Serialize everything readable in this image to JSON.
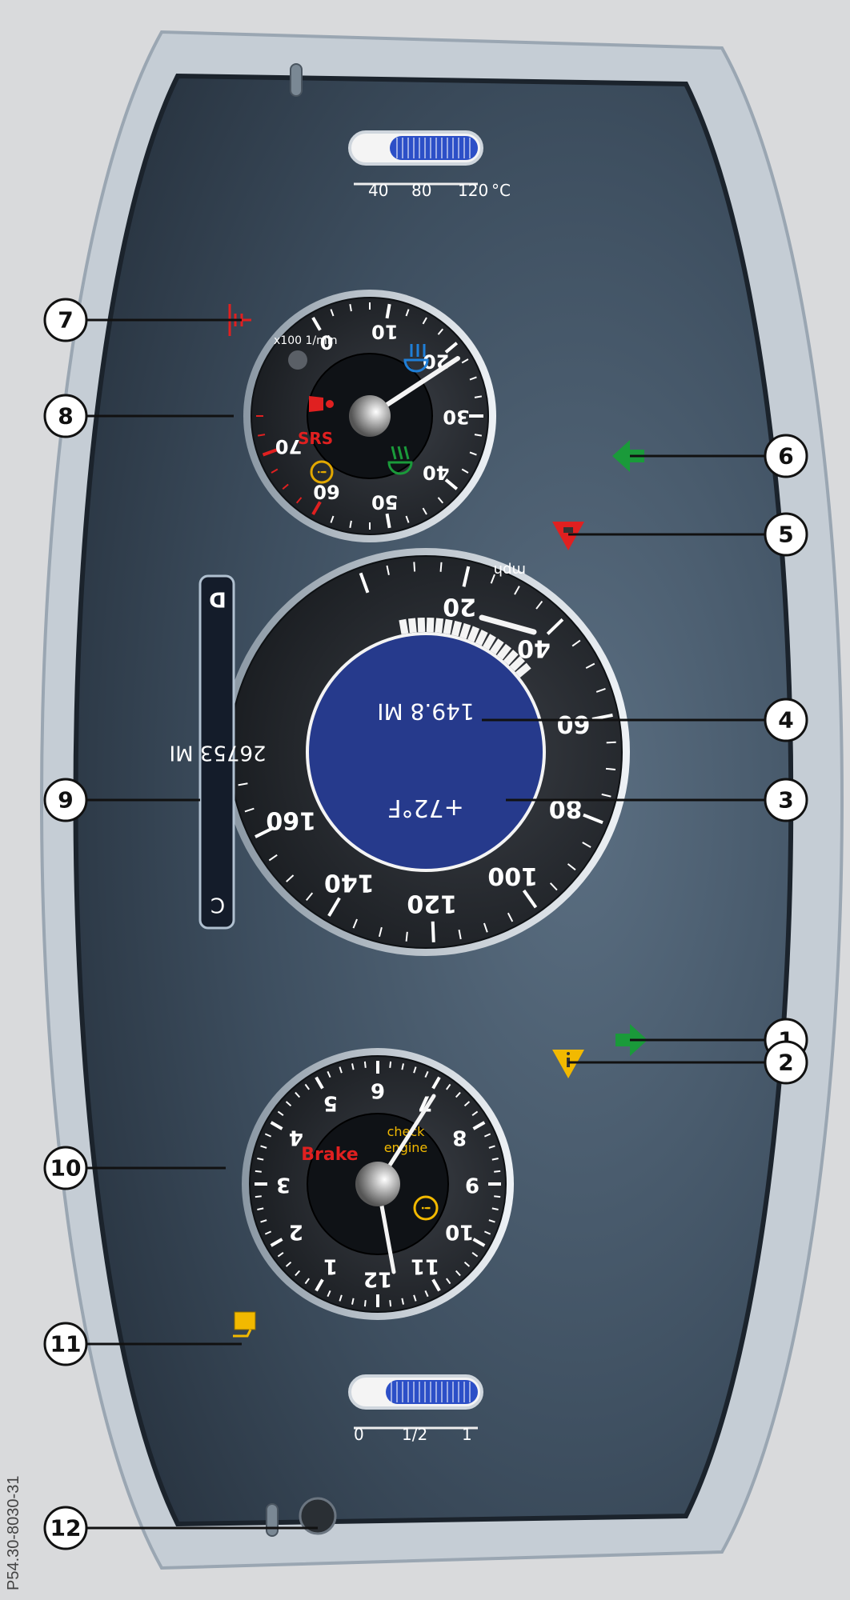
{
  "diagram": {
    "callouts": [
      "1",
      "2",
      "3",
      "4",
      "5",
      "6",
      "7",
      "8",
      "9",
      "10",
      "11",
      "12"
    ],
    "speedometer": {
      "unit": "mph",
      "ticks": [
        "20",
        "40",
        "60",
        "80",
        "100",
        "120",
        "140",
        "160"
      ],
      "display_temp": "+72°F",
      "display_trip": "149.8 MI",
      "odometer": "26753 MI",
      "gear": "D",
      "odo_right": "C"
    },
    "clock": {
      "numbers": [
        "1",
        "2",
        "3",
        "4",
        "5",
        "6",
        "7",
        "8",
        "9",
        "10",
        "11",
        "12"
      ],
      "brake_label": "Brake",
      "check_label": "check",
      "engine_label": "engine"
    },
    "tachometer": {
      "unit": "x100 1/min",
      "ticks": [
        "0",
        "10",
        "20",
        "30",
        "40",
        "50",
        "60",
        "70"
      ],
      "srs_label": "SRS"
    },
    "fuel_gauge": {
      "labels": [
        "0",
        "1/2",
        "1"
      ]
    },
    "temp_gauge": {
      "labels": [
        "40",
        "80",
        "120"
      ],
      "unit": "°C"
    },
    "doc_code": "P54.30-8030-31",
    "colors": {
      "green_arrow": "#1a9a3a",
      "warning": "#f2b900",
      "red": "#e02020",
      "display_blue": "#263a8c",
      "amber": "#e2a800",
      "blue_icon": "#1f7fd8"
    }
  }
}
